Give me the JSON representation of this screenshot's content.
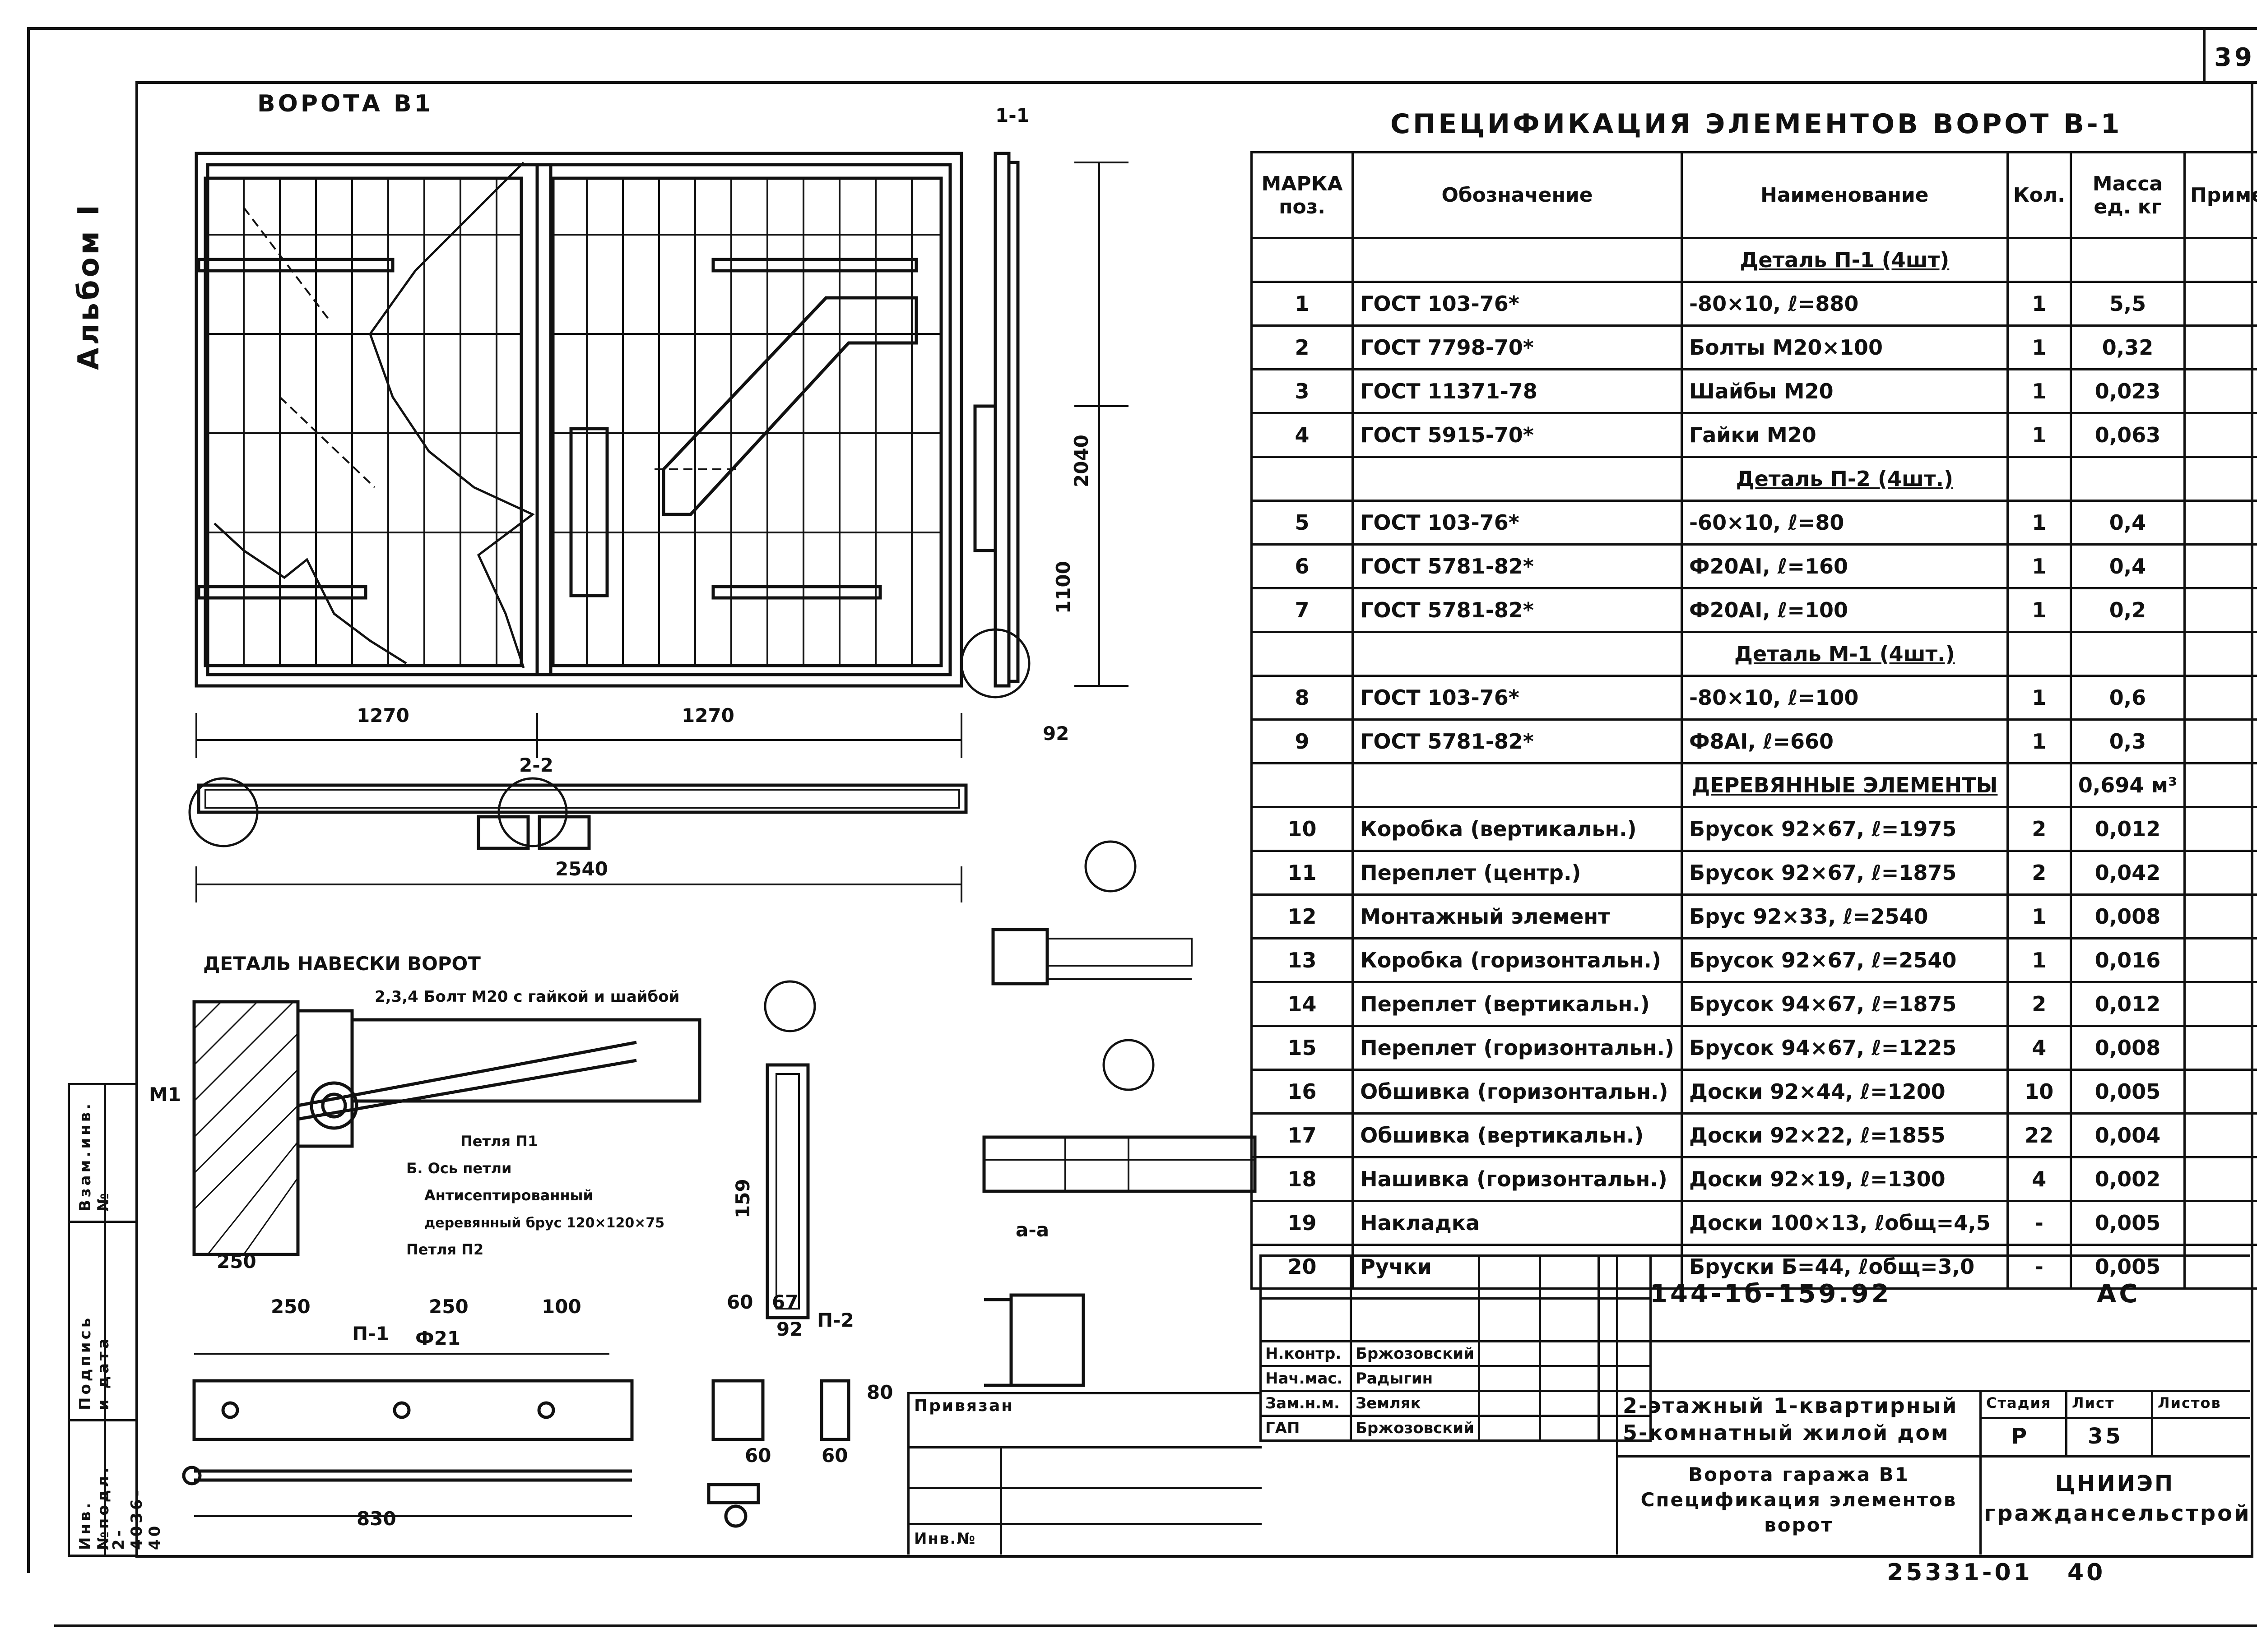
{
  "page_number": "39",
  "album": "Альбом I",
  "gate_title": "ВОРОТА В1",
  "spec_title": "СПЕЦИФИКАЦИЯ ЭЛЕМЕНТОВ ВОРОТ В-1",
  "spec_headers": [
    "МАРКА поз.",
    "Обозначение",
    "Наименование",
    "Кол.",
    "Масса ед. кг",
    "Примеч."
  ],
  "spec_rows": [
    {
      "kind": "group",
      "name": "Деталь П-1 (4шт)"
    },
    {
      "pos": "1",
      "code": "ГОСТ 103-76*",
      "name": "-80×10, ℓ=880",
      "qty": "1",
      "mass": "5,5"
    },
    {
      "pos": "2",
      "code": "ГОСТ 7798-70*",
      "name": "Болты М20×100",
      "qty": "1",
      "mass": "0,32"
    },
    {
      "pos": "3",
      "code": "ГОСТ 11371-78",
      "name": "Шайбы М20",
      "qty": "1",
      "mass": "0,023"
    },
    {
      "pos": "4",
      "code": "ГОСТ 5915-70*",
      "name": "Гайки М20",
      "qty": "1",
      "mass": "0,063"
    },
    {
      "kind": "group",
      "name": "Деталь П-2 (4шт.)"
    },
    {
      "pos": "5",
      "code": "ГОСТ 103-76*",
      "name": "-60×10, ℓ=80",
      "qty": "1",
      "mass": "0,4"
    },
    {
      "pos": "6",
      "code": "ГОСТ 5781-82*",
      "name": "Ф20АI, ℓ=160",
      "qty": "1",
      "mass": "0,4"
    },
    {
      "pos": "7",
      "code": "ГОСТ 5781-82*",
      "name": "Ф20АI, ℓ=100",
      "qty": "1",
      "mass": "0,2"
    },
    {
      "kind": "group",
      "name": "Деталь М-1 (4шт.)"
    },
    {
      "pos": "8",
      "code": "ГОСТ 103-76*",
      "name": "-80×10, ℓ=100",
      "qty": "1",
      "mass": "0,6"
    },
    {
      "pos": "9",
      "code": "ГОСТ 5781-82*",
      "name": "Ф8АI, ℓ=660",
      "qty": "1",
      "mass": "0,3"
    },
    {
      "kind": "group",
      "name": "ДЕРЕВЯННЫЕ ЭЛЕМЕНТЫ",
      "mass": "0,694 м³"
    },
    {
      "pos": "10",
      "code": "Коробка (вертикальн.)",
      "name": "Брусок 92×67, ℓ=1975",
      "qty": "2",
      "mass": "0,012"
    },
    {
      "pos": "11",
      "code": "Переплет (центр.)",
      "name": "Брусок 92×67, ℓ=1875",
      "qty": "2",
      "mass": "0,042"
    },
    {
      "pos": "12",
      "code": "Монтажный элемент",
      "name": "Брус 92×33, ℓ=2540",
      "qty": "1",
      "mass": "0,008"
    },
    {
      "pos": "13",
      "code": "Коробка (горизонтальн.)",
      "name": "Брусок 92×67, ℓ=2540",
      "qty": "1",
      "mass": "0,016"
    },
    {
      "pos": "14",
      "code": "Переплет (вертикальн.)",
      "name": "Брусок 94×67, ℓ=1875",
      "qty": "2",
      "mass": "0,012"
    },
    {
      "pos": "15",
      "code": "Переплет (горизонтальн.)",
      "name": "Брусок 94×67, ℓ=1225",
      "qty": "4",
      "mass": "0,008"
    },
    {
      "pos": "16",
      "code": "Обшивка (горизонтальн.)",
      "name": "Доски 92×44, ℓ=1200",
      "qty": "10",
      "mass": "0,005"
    },
    {
      "pos": "17",
      "code": "Обшивка (вертикальн.)",
      "name": "Доски 92×22, ℓ=1855",
      "qty": "22",
      "mass": "0,004"
    },
    {
      "pos": "18",
      "code": "Нашивка (горизонтальн.)",
      "name": "Доски 92×19, ℓ=1300",
      "qty": "4",
      "mass": "0,002"
    },
    {
      "pos": "19",
      "code": "Накладка",
      "name": "Доски 100×13, ℓобщ=4,5",
      "qty": "-",
      "mass": "0,005"
    },
    {
      "pos": "20",
      "code": "Ручки",
      "name": "Бруски Б=44, ℓобщ=3,0",
      "qty": "-",
      "mass": "0,005"
    }
  ],
  "doc_code": "144-1б-159.92",
  "doc_suffix": "АС",
  "project_title": "2-этажный 1-квартирный 5-комнатный жилой дом",
  "sheet_title": "Ворота гаража В1 Спецификация элементов ворот",
  "stage_label": "Стадия",
  "sheet_label": "Лист",
  "sheets_label": "Листов",
  "stage": "Р",
  "sheet": "35",
  "org": "ЦНИИЭП граждансельстрой",
  "roles": [
    {
      "role": "Н.контр.",
      "name": "Бржозовский"
    },
    {
      "role": "Нач.мас.",
      "name": "Радыгин"
    },
    {
      "role": "Зам.н.м.",
      "name": "Земляк"
    },
    {
      "role": "ГАП",
      "name": "Бржозовский"
    }
  ],
  "privyazan": "Привязан",
  "inv_label": "Инв.№",
  "side_labels": [
    "Инв.№подл.",
    "Подпись и дата",
    "Взам.инв.№"
  ],
  "side_value": "2-4036-40",
  "bottom_code": "25331-01",
  "bottom_num": "40",
  "labels": {
    "s11": "1-1",
    "s22": "2-2",
    "saa": "а-а",
    "hinge_title": "ДЕТАЛЬ НАВЕСКИ ВОРОТ",
    "bolt": "2,3,4 Болт М20 с гайкой и шайбой",
    "loop1": "Петля П1",
    "axis": "Б. Ось петли",
    "anti1": "Антисептированный",
    "anti2": "деревянный брус 120×120×75",
    "loop2": "Петля П2",
    "p1": "П-1",
    "p2": "П-2",
    "m1": "М1"
  },
  "dims": {
    "d1270a": "1270",
    "d1270b": "1270",
    "d2540": "2540",
    "d2040": "2040",
    "d1100": "1100",
    "d92": "92",
    "d250": "250",
    "d250a": "250",
    "d250b": "250",
    "d100": "100",
    "d830": "830",
    "d21": "Ф21",
    "d60": "60",
    "d80": "80",
    "d60b": "60",
    "d60c": "60",
    "d159": "159",
    "d67": "67",
    "d92b": "92"
  }
}
